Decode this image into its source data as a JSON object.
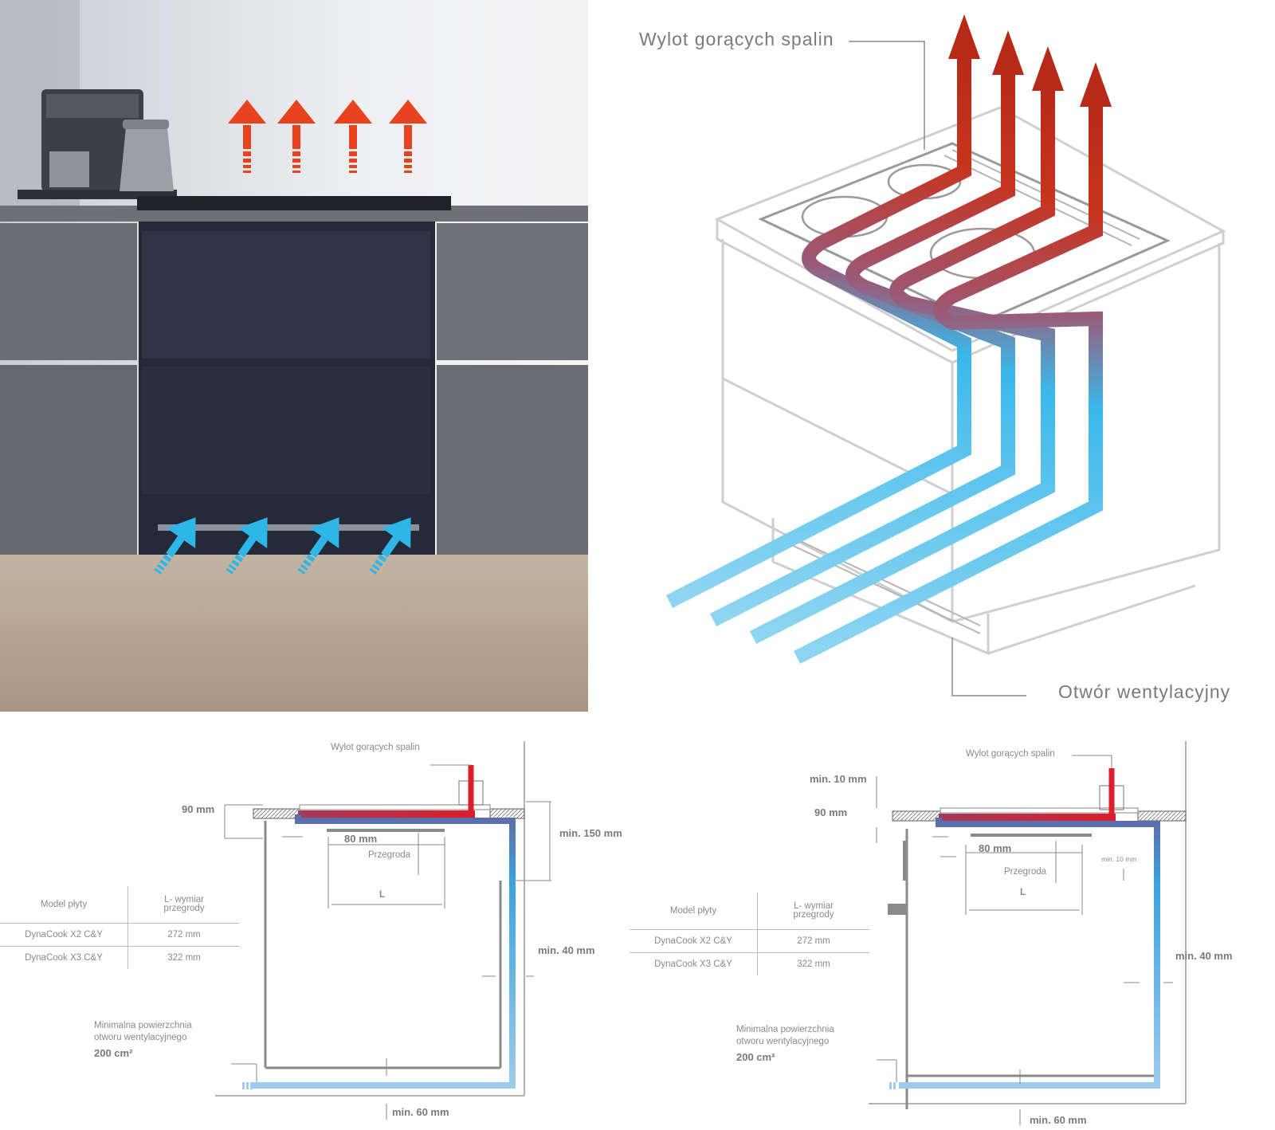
{
  "photo": {
    "colors": {
      "hot_arrow": "#e8431e",
      "cold_arrow": "#2fb6e8",
      "cabinet": "#6c6d72",
      "oven": "#252a38",
      "floor": "#b5a491"
    }
  },
  "iso": {
    "exhaust_label": "Wylot gorących spalin",
    "vent_label": "Otwór wentylacyjny",
    "colors": {
      "hot": "#c8331d",
      "cold": "#3ab8ea",
      "outline": "#cfcfcf"
    }
  },
  "sections": [
    {
      "exhaust_label": "Wylot gorących spalin",
      "dims": {
        "top_gap": "90 mm",
        "front_depth": "80 mm",
        "divider": "Przegroda",
        "length": "L",
        "top_clear": "min. 150 mm",
        "back_gap": "min. 40 mm",
        "bottom_gap": "min. 60 mm"
      },
      "vent_area": {
        "line1": "Minimalna powierzchnia",
        "line2": "otworu wentylacyjnego",
        "value": "200 cm²"
      },
      "table": {
        "headers": [
          "Model płyty",
          "L- wymiar",
          "przegrody"
        ],
        "rows": [
          [
            "DynaCook X2 C&Y",
            "272 mm"
          ],
          [
            "DynaCook X3 C&Y",
            "322 mm"
          ]
        ]
      }
    },
    {
      "exhaust_label": "Wylot gorących spalin",
      "dims": {
        "top_min": "min. 10 mm",
        "top_gap": "90 mm",
        "front_depth": "80 mm",
        "divider": "Przegroda",
        "length": "L",
        "side_min": "min. 10 mm",
        "back_gap": "min. 40 mm",
        "bottom_gap": "min. 60 mm"
      },
      "vent_area": {
        "line1": "Minimalna powierzchnia",
        "line2": "otworu wentylacyjnego",
        "value": "200 cm²"
      },
      "table": {
        "headers": [
          "Model płyty",
          "L- wymiar",
          "przegrody"
        ],
        "rows": [
          [
            "DynaCook X2 C&Y",
            "272 mm"
          ],
          [
            "DynaCook X3 C&Y",
            "322 mm"
          ]
        ]
      }
    }
  ]
}
